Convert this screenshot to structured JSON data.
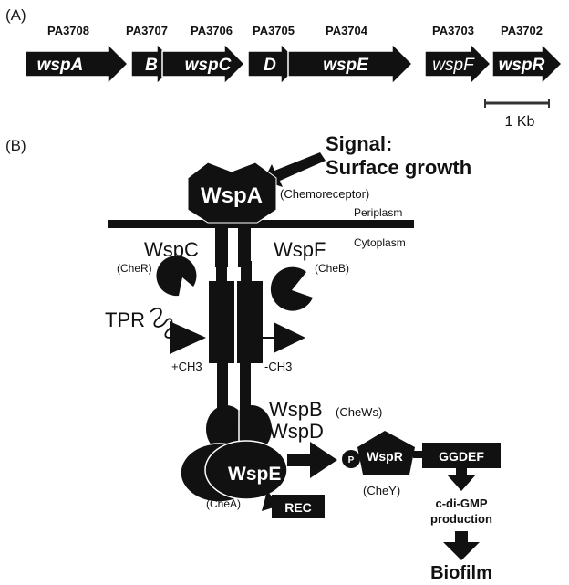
{
  "panel_a": {
    "label": "(A)",
    "genes": [
      {
        "id": "PA3708",
        "name": "wspA"
      },
      {
        "id": "PA3707",
        "name": "B"
      },
      {
        "id": "PA3706",
        "name": "wspC"
      },
      {
        "id": "PA3705",
        "name": "D"
      },
      {
        "id": "PA3704",
        "name": "wspE"
      },
      {
        "id": "PA3703",
        "name": "wspF"
      },
      {
        "id": "PA3702",
        "name": "wspR"
      }
    ],
    "scale_bar": "1 Kb"
  },
  "panel_b": {
    "label": "(B)",
    "signal_line1": "Signal:",
    "signal_line2": "Surface growth",
    "wspA": "WspA",
    "chemoreceptor": "(Chemoreceptor)",
    "periplasm": "Periplasm",
    "cytoplasm": "Cytoplasm",
    "wspC": "WspC",
    "cheR": "(CheR)",
    "wspF": "WspF",
    "cheB": "(CheB)",
    "tpr": "TPR",
    "plus_ch3": "+CH3",
    "minus_ch3": "-CH3",
    "wspB": "WspB",
    "cheWs": "(CheWs)",
    "wspD": "WspD",
    "wspE": "WspE",
    "p_label": "P",
    "cheA": "(CheA)",
    "rec": "REC",
    "wspR": "WspR",
    "cheY": "(CheY)",
    "ggdef": "GGDEF",
    "cdigmp_line1": "c-di-GMP",
    "cdigmp_line2": "production",
    "biofilm": "Biofilm"
  }
}
